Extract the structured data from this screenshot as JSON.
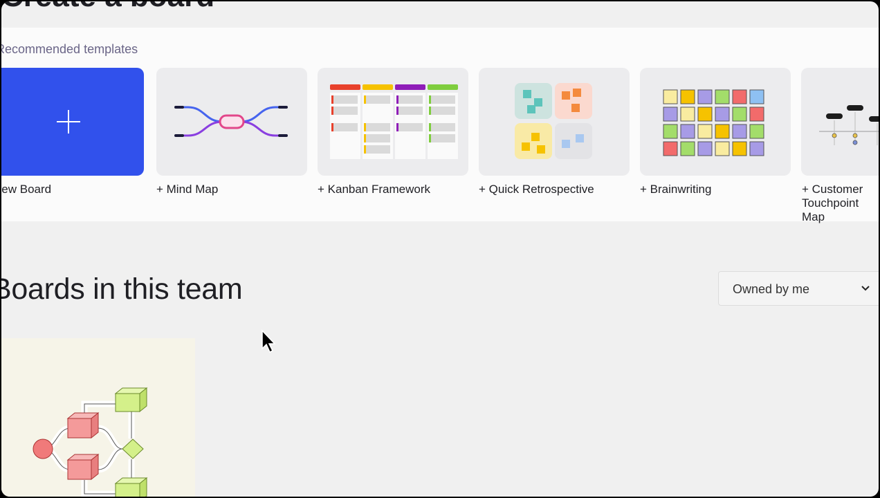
{
  "header": {
    "title": "Create a board"
  },
  "templates": {
    "heading": "Recommended templates",
    "items": [
      {
        "id": "new",
        "label": "New Board"
      },
      {
        "id": "mindmap",
        "label": "+ Mind Map"
      },
      {
        "id": "kanban",
        "label": "+ Kanban Framework"
      },
      {
        "id": "retro",
        "label": "+ Quick Retrospective"
      },
      {
        "id": "brainwriting",
        "label": "+ Brainwriting"
      },
      {
        "id": "customer",
        "label": "+ Customer Touchpoint Map"
      }
    ]
  },
  "boards": {
    "heading": "Boards in this team",
    "filter": {
      "selected": "Owned by me"
    }
  },
  "colors": {
    "accent": "#3151ec",
    "background": "#f0f0f0",
    "card": "#ececee",
    "heading_muted": "#6a6587"
  },
  "icons": [
    "plus-icon",
    "chevron-down-icon",
    "cursor-icon"
  ]
}
